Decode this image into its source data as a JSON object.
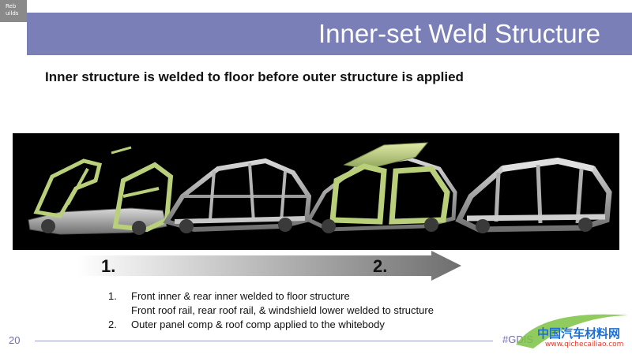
{
  "logo": {
    "line1": "Reb",
    "line2": "uilds"
  },
  "header": {
    "title": "Inner-set Weld Structure"
  },
  "subtitle": "Inner structure is welded to floor before outer structure is applied",
  "photo": {
    "panels": [
      "inner-frame-with-green-inners",
      "grey-frame",
      "frame-with-green-outer-panels-and-roof",
      "complete-grey-whitebody"
    ],
    "colors": {
      "background": "#000000",
      "steel": "#a8a8a8",
      "highlight": "#b9cf7a"
    }
  },
  "process_arrow": {
    "step1": "1.",
    "step2": "2."
  },
  "steps": [
    {
      "num": "1.",
      "text": "Front inner & rear inner welded to floor structure"
    },
    {
      "num": "",
      "text": "Front roof rail, rear roof rail, & windshield lower welded to structure"
    },
    {
      "num": "2.",
      "text": "Outer panel comp & roof comp applied to the whitebody"
    }
  ],
  "footer": {
    "page_number": "20",
    "tag": "#GDIS"
  },
  "watermark": {
    "text": "中国汽车材料网",
    "url": "www.qichecailiao.com"
  },
  "colors": {
    "accent": "#7b7fb8",
    "footer_text": "#6d70ad"
  }
}
